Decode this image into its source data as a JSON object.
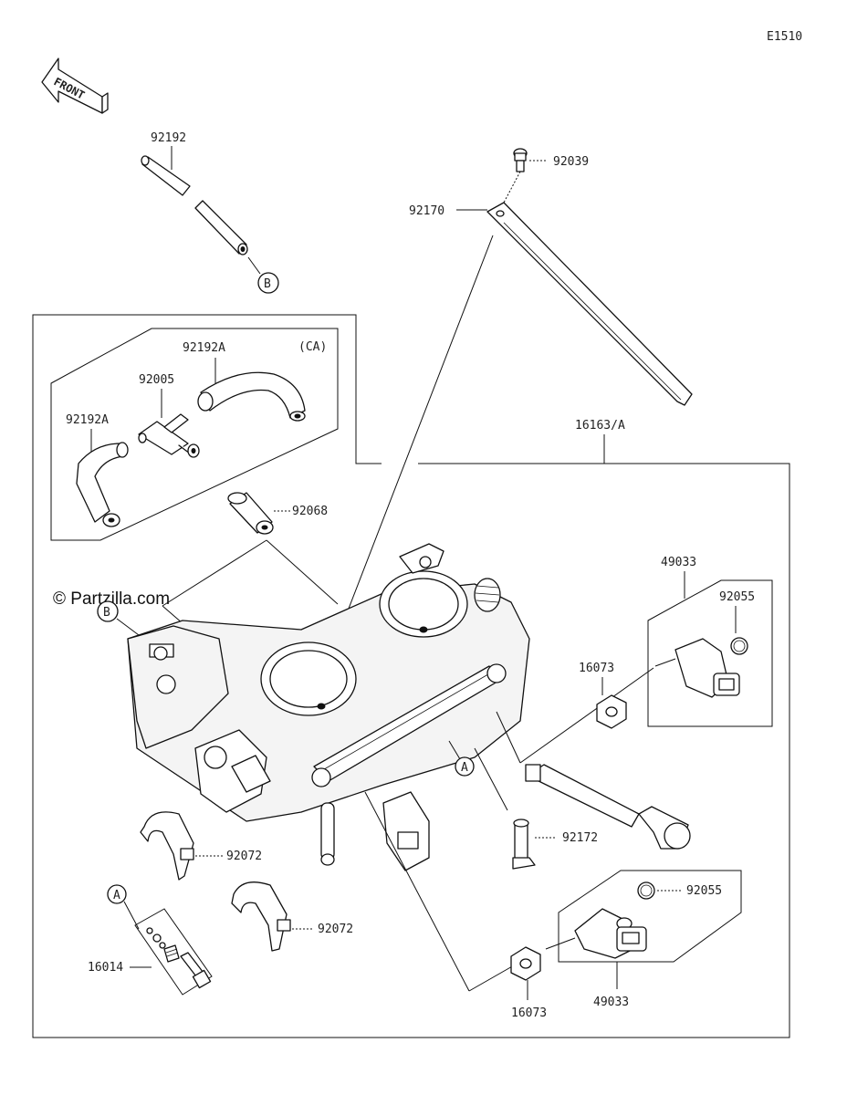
{
  "diagram_code": "E1510",
  "front_label": "FRONT",
  "watermark": "© Partzilla.com",
  "variant_label": "(CA)",
  "callouts": {
    "A": "A",
    "B": "B"
  },
  "parts": {
    "p92192": "92192",
    "p92039": "92039",
    "p92170": "92170",
    "p92192A_top": "92192A",
    "p92005": "92005",
    "p92192A_left": "92192A",
    "p16163A": "16163/A",
    "p92068": "92068",
    "p49033_right": "49033",
    "p92055_right": "92055",
    "p16073_right": "16073",
    "p92172": "92172",
    "p92072_left": "92072",
    "p92072_mid": "92072",
    "p16014": "16014",
    "p92055_low": "92055",
    "p49033_low": "49033",
    "p16073_low": "16073"
  }
}
